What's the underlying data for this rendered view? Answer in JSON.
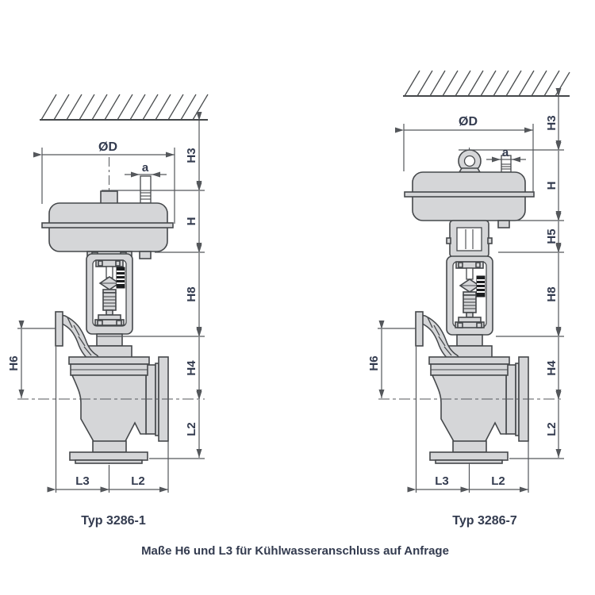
{
  "caption": "Maße H6 und L3 für Kühlwasseranschluss auf Anfrage",
  "dims": {
    "od": "ØD",
    "a": "a",
    "h": "H",
    "h3": "H3",
    "h4": "H4",
    "h5": "H5",
    "h6": "H6",
    "h8": "H8",
    "l2": "L2",
    "l3": "L3"
  },
  "left": {
    "type_label": "Typ 3286-1"
  },
  "right": {
    "type_label": "Typ 3286-7"
  },
  "colors": {
    "outline": "#45484b",
    "fill": "#d5d6d8",
    "dim_line": "#54575b",
    "text": "#333b4f",
    "indicator": "#1b1d1f",
    "background": "#ffffff"
  }
}
